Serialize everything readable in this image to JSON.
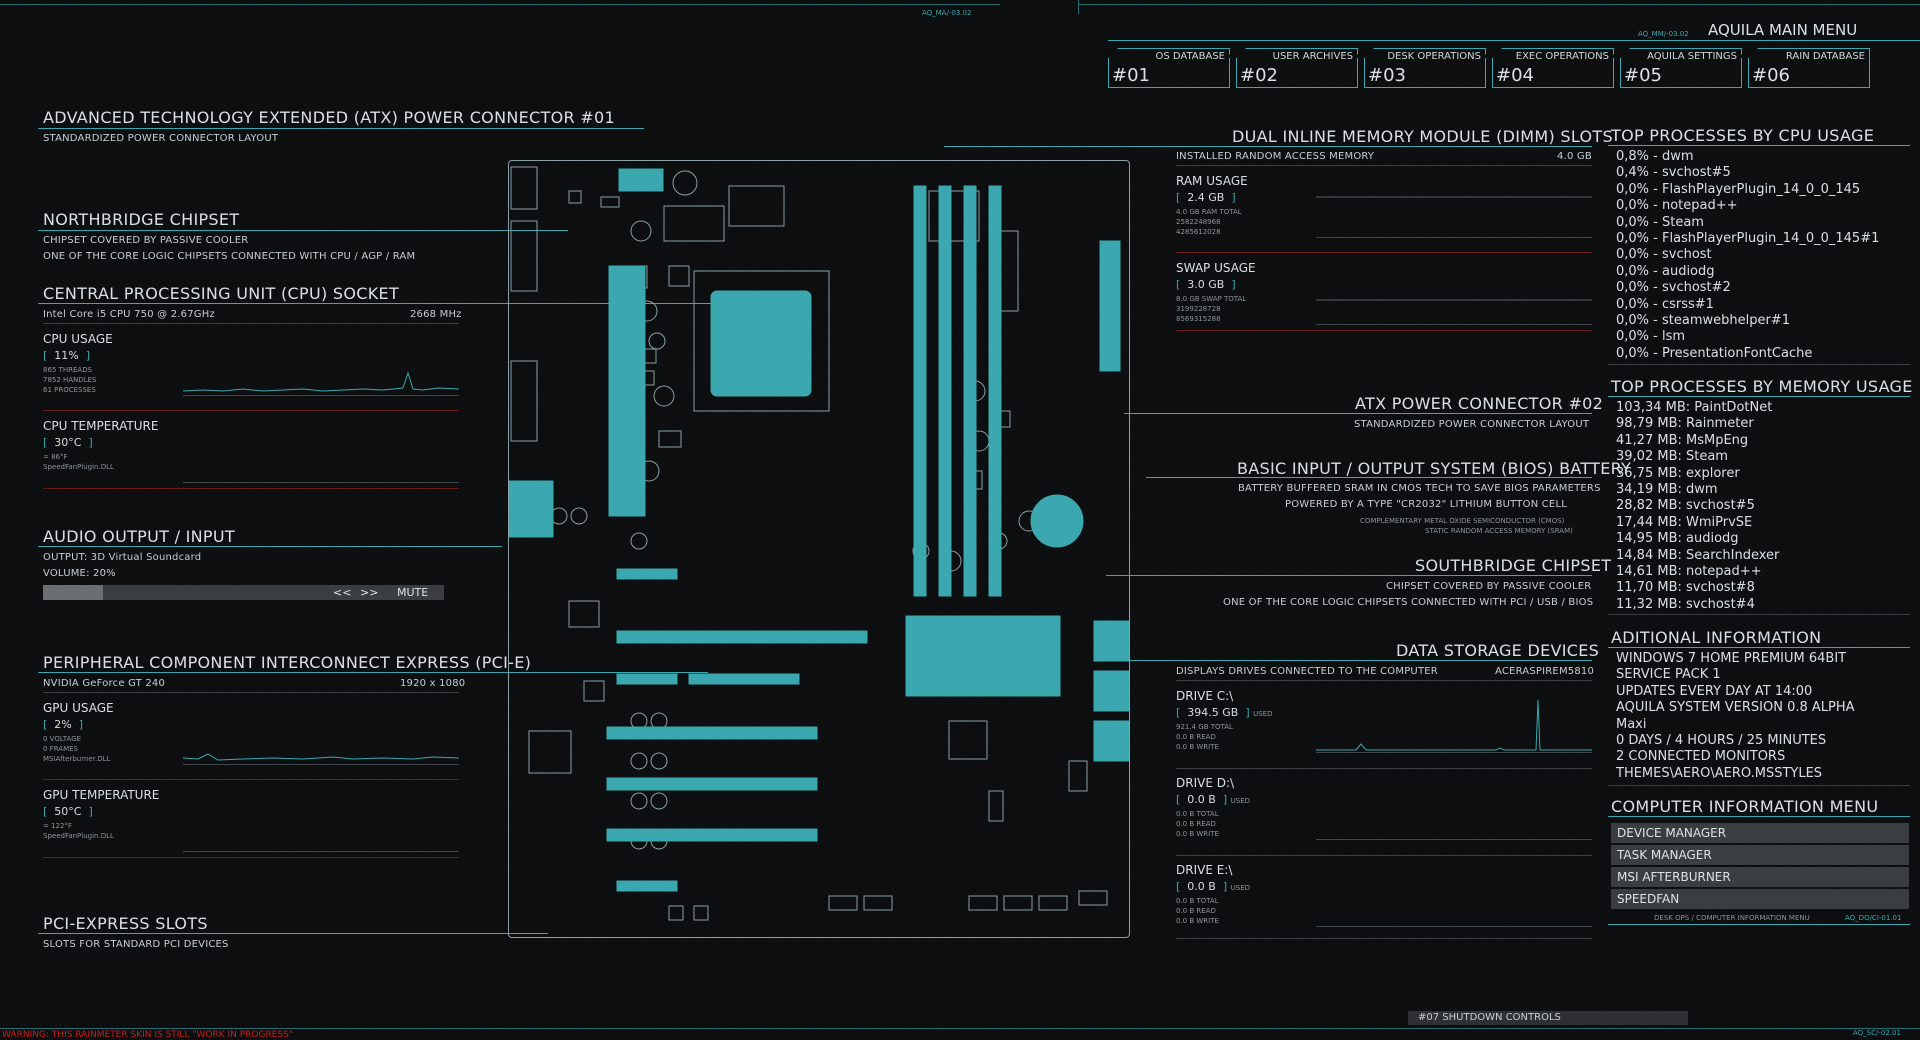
{
  "colors": {
    "accent": "#3aa8ae",
    "background": "#0c0d0f",
    "warning": "#c22020",
    "button": "#3b3e40"
  },
  "top_codes": {
    "left": "AQ_MA/-03.02",
    "right": "AQ_MM/-03.02"
  },
  "main_menu": {
    "title": "AQUILA MAIN MENU",
    "tabs": [
      {
        "label": "OS DATABASE",
        "num": "#01"
      },
      {
        "label": "USER ARCHIVES",
        "num": "#02"
      },
      {
        "label": "DESK OPERATIONS",
        "num": "#03"
      },
      {
        "label": "EXEC OPERATIONS",
        "num": "#04"
      },
      {
        "label": "AQUILA SETTINGS",
        "num": "#05"
      },
      {
        "label": "RAIN DATABASE",
        "num": "#06"
      }
    ]
  },
  "left": {
    "atx": {
      "title": "ADVANCED TECHNOLOGY EXTENDED (ATX) POWER CONNECTOR #01",
      "sub": "STANDARDIZED POWER CONNECTOR LAYOUT"
    },
    "northbridge": {
      "title": "NORTHBRIDGE CHIPSET",
      "sub1": "CHIPSET COVERED BY PASSIVE COOLER",
      "sub2": "ONE OF THE CORE LOGIC CHIPSETS CONNECTED WITH CPU / AGP / RAM"
    },
    "cpu": {
      "title": "CENTRAL PROCESSING UNIT (CPU) SOCKET",
      "model": "Intel Core i5 CPU    750  @ 2.67GHz",
      "freq": "2668 MHz",
      "usage_label": "CPU USAGE",
      "usage_value": "11%",
      "usage_stats": "865 THREADS\n7852 HANDLES\n61 PROCESSES",
      "temp_label": "CPU TEMPERATURE",
      "temp_value": "30°C",
      "temp_stats": "= 86°F\nSpeedFanPlugin.DLL"
    },
    "audio": {
      "title": "AUDIO OUTPUT / INPUT",
      "output": "OUTPUT: 3D Virtual Soundcard",
      "volume": "VOLUME: 20%",
      "volume_fraction": 0.2,
      "prev": "<<",
      "next": ">>",
      "mute": "MUTE"
    },
    "pcie": {
      "title": "PERIPHERAL COMPONENT INTERCONNECT EXPRESS (PCI-E)",
      "gpu": "NVIDIA GeForce GT 240",
      "resolution": "1920 x 1080",
      "usage_label": "GPU USAGE",
      "usage_value": "2%",
      "usage_stats": "0 VOLTAGE\n0 FRAMES\nMSIAfterburner.DLL",
      "temp_label": "GPU TEMPERATURE",
      "temp_value": "50°C",
      "temp_stats": "= 122°F\nSpeedFanPlugin.DLL"
    },
    "slots": {
      "title": "PCI-EXPRESS SLOTS",
      "sub": "SLOTS FOR STANDARD PCI DEVICES"
    }
  },
  "center": {
    "dimm": {
      "title": "DUAL INLINE MEMORY MODULE (DIMM) SLOTS",
      "installed_label": "INSTALLED RANDOM ACCESS MEMORY",
      "installed_value": "4.0 GB"
    },
    "ram": {
      "label": "RAM USAGE",
      "value": "2.4 GB",
      "stats": "4.0 GB RAM TOTAL\n2582248968\n4285612028"
    },
    "swap": {
      "label": "SWAP USAGE",
      "value": "3.0 GB",
      "stats": "8.0 GB SWAP TOTAL\n3199228728\n8569315288"
    },
    "atx2": {
      "title": "ATX POWER CONNECTOR #02",
      "sub": "STANDARDIZED POWER CONNECTOR LAYOUT"
    },
    "bios": {
      "title": "BASIC INPUT / OUTPUT SYSTEM (BIOS) BATTERY",
      "sub1": "BATTERY BUFFERED SRAM IN CMOS TECH TO SAVE BIOS PARAMETERS",
      "sub2": "POWERED BY A TYPE \"CR2032\" LITHIUM BUTTON CELL",
      "small1": "COMPLEMENTARY METAL OXIDE SEMICONDUCTOR (CMOS)",
      "small2": "STATIC RANDOM ACCESS MEMORY (SRAM)"
    },
    "southbridge": {
      "title": "SOUTHBRIDGE CHIPSET",
      "sub1": "CHIPSET COVERED BY PASSIVE COOLER",
      "sub2": "ONE OF THE CORE LOGIC CHIPSETS CONNECTED WITH PCI / USB / BIOS"
    },
    "storage": {
      "title": "DATA STORAGE DEVICES",
      "sub": "DISPLAYS DRIVES CONNECTED TO THE COMPUTER",
      "computer": "ACERASPIREM5810"
    },
    "drives": [
      {
        "label": "DRIVE C:\\",
        "value": "394.5 GB",
        "used": "USED",
        "stats": "921.4 GB TOTAL\n0.0 B READ\n0.0 B WRITE"
      },
      {
        "label": "DRIVE D:\\",
        "value": "0.0 B",
        "used": "USED",
        "stats": "0.0 B TOTAL\n0.0 B READ\n0.0 B WRITE"
      },
      {
        "label": "DRIVE E:\\",
        "value": "0.0 B",
        "used": "USED",
        "stats": "0.0 B TOTAL\n0.0 B READ\n0.0 B WRITE"
      }
    ]
  },
  "right": {
    "cpu_title": "TOP PROCESSES BY CPU USAGE",
    "cpu_list": [
      "0,8% - dwm",
      "0,4% - svchost#5",
      "0,0% - FlashPlayerPlugin_14_0_0_145",
      "0,0% - notepad++",
      "0,0% - Steam",
      "0,0% - FlashPlayerPlugin_14_0_0_145#1",
      "0,0% - svchost",
      "0,0% - audiodg",
      "0,0% - svchost#2",
      "0,0% - csrss#1",
      "0,0% - steamwebhelper#1",
      "0,0% - lsm",
      "0,0% - PresentationFontCache"
    ],
    "mem_title": "TOP PROCESSES BY MEMORY USAGE",
    "mem_list": [
      "103,34 MB: PaintDotNet",
      "98,79 MB: Rainmeter",
      "41,27 MB: MsMpEng",
      "39,02 MB: Steam",
      "36,75 MB: explorer",
      "34,19 MB: dwm",
      "28,82 MB: svchost#5",
      "17,44 MB: WmiPrvSE",
      "14,95 MB: audiodg",
      "14,84 MB: SearchIndexer",
      "14,61 MB: notepad++",
      "11,70 MB: svchost#8",
      "11,32 MB: svchost#4"
    ],
    "info_title": "ADITIONAL INFORMATION",
    "info_list": [
      "WINDOWS 7 HOME PREMIUM 64BIT",
      "SERVICE PACK 1",
      "UPDATES EVERY DAY AT 14:00",
      "AQUILA SYSTEM VERSION 0.8 ALPHA",
      "Maxi",
      "0 DAYS / 4 HOURS / 25 MINUTES",
      "2 CONNECTED MONITORS",
      "THEMES\\AERO\\AERO.MSSTYLES"
    ],
    "cim_title": "COMPUTER INFORMATION MENU",
    "cim_buttons": [
      "DEVICE MANAGER",
      "TASK MANAGER",
      "MSI AFTERBURNER",
      "SPEEDFAN"
    ],
    "cim_footer": "DESK OPS / COMPUTER INFORMATION MENU",
    "cim_code": "AQ_DO/CI-01.01"
  },
  "bottom": {
    "shutdown": "#07 SHUTDOWN CONTROLS",
    "shutdown_code": "AQ_SC/-02.01",
    "warning": "WARNING: THIS RAINMETER SKIN IS STILL \"WORK IN PROGRESS\""
  }
}
